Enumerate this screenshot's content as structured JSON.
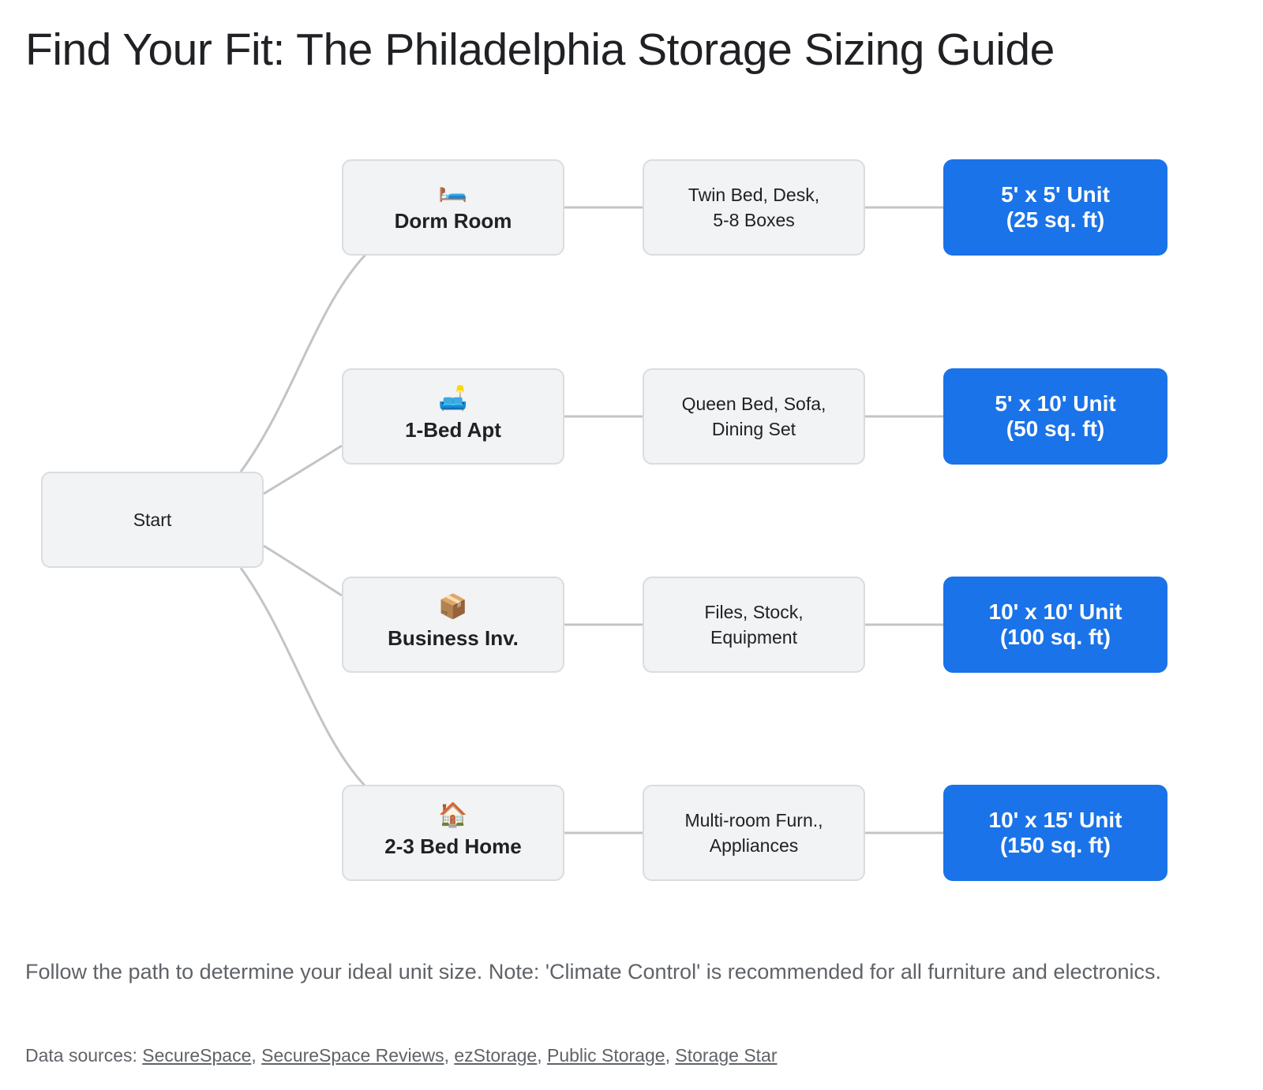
{
  "title": "Find Your Fit: The Philadelphia Storage Sizing Guide",
  "diagram": {
    "start_label": "Start",
    "rows": [
      {
        "icon": "bed-icon",
        "emoji": "🛏️",
        "category": "Dorm Room",
        "items": "Twin Bed, Desk,\n5-8 Boxes",
        "unit": "5' x 5' Unit\n(25 sq. ft)"
      },
      {
        "icon": "couch-lamp-icon",
        "emoji": "🛋️",
        "category": "1-Bed Apt",
        "items": "Queen Bed, Sofa,\nDining Set",
        "unit": "5' x 10' Unit\n(50 sq. ft)"
      },
      {
        "icon": "package-icon",
        "emoji": "📦",
        "category": "Business Inv.",
        "items": "Files, Stock,\nEquipment",
        "unit": "10' x 10' Unit\n(100 sq. ft)"
      },
      {
        "icon": "house-icon",
        "emoji": "🏠",
        "category": "2-3 Bed Home",
        "items": "Multi-room Furn.,\nAppliances",
        "unit": "10' x 15' Unit\n(150 sq. ft)"
      }
    ],
    "colors": {
      "unit_fill": "#1a73e8",
      "node_fill": "#f1f3f4",
      "edge": "#c4c4c4"
    }
  },
  "note": "Follow the path to determine your ideal unit size. Note: 'Climate Control' is recommended for all furniture and electronics.",
  "sources": {
    "prefix": "Data sources: ",
    "links": [
      "SecureSpace",
      "SecureSpace Reviews",
      "ezStorage",
      "Public Storage",
      "Storage Star"
    ]
  }
}
